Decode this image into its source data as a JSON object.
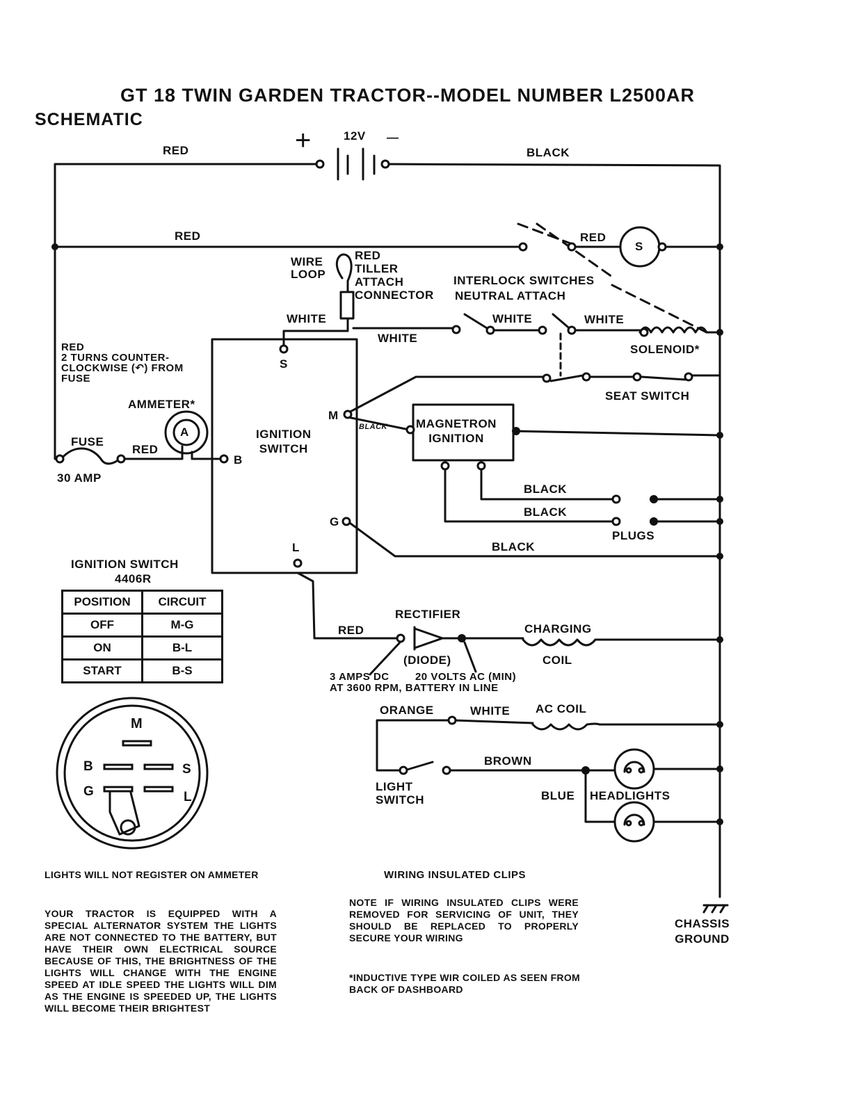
{
  "title": "GT 18 TWIN GARDEN TRACTOR--MODEL NUMBER L2500AR",
  "section": "SCHEMATIC",
  "labels": {
    "plus": "+",
    "minus": "—",
    "voltage": "12V",
    "red_top": "RED",
    "black_top": "BLACK",
    "red_second": "RED",
    "red_starter": "RED",
    "starter": "S",
    "wire_loop": "WIRE\nLOOP",
    "tiller": "RED\nTILLER\nATTACH\nCONNECTOR",
    "interlock": "INTERLOCK SWITCHES",
    "neutral": "NEUTRAL ATTACH",
    "white_1": "WHITE",
    "white_2": "WHITE",
    "white_3": "WHITE",
    "white_4": "WHITE",
    "solenoid": "SOLENOID*",
    "red_note": "RED\n2 TURNS COUNTER-\nCLOCKWISE (↶) FROM\nFUSE",
    "ammeter": "AMMETER*",
    "ammeter_a": "A",
    "fuse": "FUSE",
    "red_fuse": "RED",
    "amp30": "30 AMP",
    "ignition": "IGNITION\nSWITCH",
    "term_s": "S",
    "term_m": "M",
    "term_b": "B",
    "term_g": "G",
    "term_l": "L",
    "black_m": "BLACK",
    "magnetron": "MAGNETRON\nIGNITION",
    "seat_switch": "SEAT SWITCH",
    "black_1": "BLACK",
    "black_2": "BLACK",
    "black_3": "BLACK",
    "plugs": "PLUGS",
    "rectifier": "RECTIFIER",
    "diode": "(DIODE)",
    "red_rect": "RED",
    "charging": "CHARGING",
    "coil": "COIL",
    "amps_dc": "3 AMPS DC        20 VOLTS AC (MIN)\nAT 3600 RPM, BATTERY IN LINE",
    "orange": "ORANGE",
    "white_ac": "WHITE",
    "ac_coil": "AC COIL",
    "brown": "BROWN",
    "light_switch": "LIGHT\nSWITCH",
    "blue": "BLUE",
    "headlights": "HEADLIGHTS",
    "chassis": "CHASSIS\nGROUND",
    "conn_m": "M",
    "conn_b": "B",
    "conn_s": "S",
    "conn_g": "G",
    "conn_l": "L"
  },
  "ignition_table": {
    "caption": "IGNITION SWITCH",
    "part": "4406R",
    "headers": [
      "POSITION",
      "CIRCUIT"
    ],
    "rows": [
      [
        "OFF",
        "M-G"
      ],
      [
        "ON",
        "B-L"
      ],
      [
        "START",
        "B-S"
      ]
    ]
  },
  "notes": {
    "lights_ammeter": "LIGHTS WILL NOT REGISTER ON AMMETER",
    "alternator": "YOUR TRACTOR IS EQUIPPED WITH A SPECIAL ALTERNATOR SYSTEM THE LIGHTS ARE NOT CONNECTED TO THE BATTERY, BUT HAVE THEIR OWN ELECTRICAL SOURCE BECAUSE OF THIS, THE BRIGHTNESS OF THE LIGHTS WILL CHANGE WITH THE ENGINE SPEED AT IDLE SPEED THE LIGHTS WILL DIM AS THE ENGINE IS SPEEDED UP, THE LIGHTS WILL BECOME THEIR BRIGHTEST",
    "clips_heading": "WIRING INSULATED CLIPS",
    "clips": "NOTE IF WIRING INSULATED CLIPS WERE REMOVED FOR SERVICING OF UNIT, THEY SHOULD BE REPLACED TO PROPERLY SECURE YOUR WIRING",
    "inductive": "*INDUCTIVE TYPE WIR COILED AS SEEN FROM BACK OF DASHBOARD"
  }
}
